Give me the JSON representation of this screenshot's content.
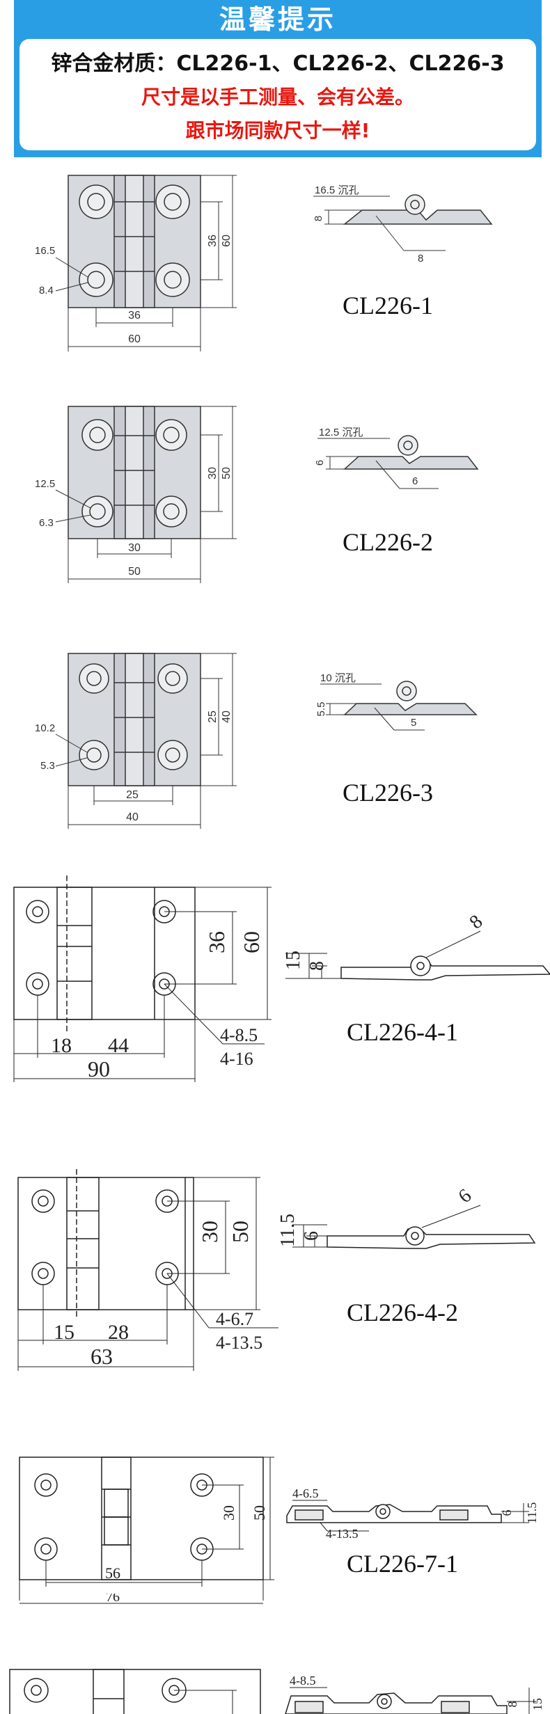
{
  "notice": {
    "title": "温馨提示",
    "material_line": "锌合金材质：CL226-1、CL226-2、CL226-3",
    "tolerance_line": "尺寸是以手工测量、会有公差。",
    "same_line": "跟市场同款尺寸一样!"
  },
  "colors": {
    "banner": "#2a9ee4",
    "warning_text": "#e8170f"
  },
  "hinges": [
    {
      "model": "CL226-1",
      "dims": {
        "width": "60",
        "hole_spacing_x": "36",
        "hole_spacing_y": "36",
        "height": "60",
        "counterbore": "16.5",
        "hole": "8.4",
        "side_counterbore": "16.5 沉孔",
        "thickness": "8",
        "base": "8"
      }
    },
    {
      "model": "CL226-2",
      "dims": {
        "width": "50",
        "hole_spacing_x": "30",
        "hole_spacing_y": "30",
        "height": "50",
        "counterbore": "12.5",
        "hole": "6.3",
        "side_counterbore": "12.5 沉孔",
        "thickness": "6",
        "base": "6"
      }
    },
    {
      "model": "CL226-3",
      "dims": {
        "width": "40",
        "hole_spacing_x": "25",
        "hole_spacing_y": "25",
        "height": "40",
        "counterbore": "10.2",
        "hole": "5.3",
        "side_counterbore": "10 沉孔",
        "thickness": "5.5",
        "base": "5"
      }
    },
    {
      "model": "CL226-4-1",
      "dims": {
        "left": "18",
        "mid": "44",
        "width": "90",
        "hole_spacing_y": "36",
        "height": "60",
        "hole": "4-8.5",
        "counterbore": "4-16",
        "thickness": "15",
        "leaf": "8",
        "pin": "8"
      }
    },
    {
      "model": "CL226-4-2",
      "dims": {
        "left": "15",
        "mid": "28",
        "width": "63",
        "hole_spacing_y": "30",
        "height": "50",
        "hole": "4-6.7",
        "counterbore": "4-13.5",
        "thickness": "11.5",
        "leaf": "6",
        "pin": "6"
      }
    },
    {
      "model": "CL226-7-1",
      "dims": {
        "mid": "56",
        "width": "76",
        "hole_spacing_y": "30",
        "height": "50",
        "hole": "4-6.5",
        "counterbore": "4-13.5",
        "leaf": "6",
        "thickness": "11.5"
      }
    },
    {
      "model": "",
      "dims": {
        "hole": "4-8.5",
        "leaf": "8",
        "thickness": "15"
      }
    }
  ]
}
